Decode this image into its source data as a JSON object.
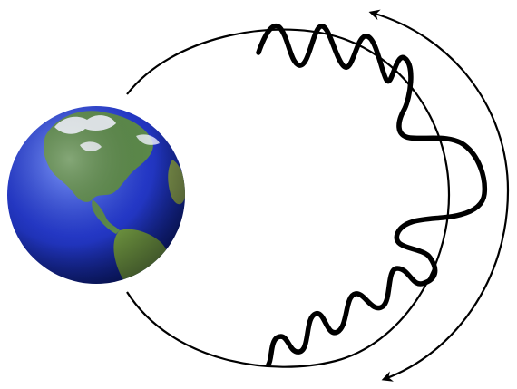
{
  "diagram": {
    "colors": {
      "background": "#ffffff",
      "stroke": "#000000",
      "ocean_light": "#4a6cf0",
      "ocean_dark": "#0a1a6e",
      "land": "#5c8a4a",
      "cloud": "#f4f6ff"
    },
    "elements": {
      "earth": "earth-globe",
      "orbit": "closed-orbit-path",
      "wave": "wavy-path-wave",
      "arrow": "curved-double-headed-arrow"
    }
  }
}
